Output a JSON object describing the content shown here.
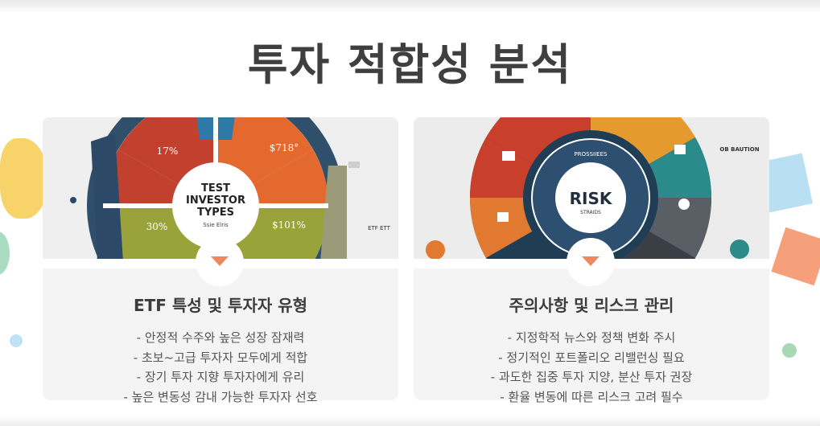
{
  "page": {
    "title": "투자 적합성 분석"
  },
  "cards": [
    {
      "title": "ETF 특성 및 투자자 유형",
      "bullets": [
        "- 안정적 수주와 높은 성장 잠재력",
        "- 초보~고급 투자자 모두에게 적합",
        "- 장기 투자 지향 투자자에게 유리",
        "- 높은 변동성 감내 가능한 투자자 선호"
      ],
      "image": {
        "center_title": "TEST INVESTOR TYPES",
        "center_lines": [
          "TEST",
          "INVESTOR",
          "TYPES"
        ],
        "center_sub": "Ssie Elris",
        "segment_labels": [
          "$718°",
          "17%",
          "30%",
          "$101%"
        ],
        "side_label": "ETF ETT"
      },
      "arrow_icon": "down-triangle-icon"
    },
    {
      "title": "주의사항 및 리스크 관리",
      "bullets": [
        "- 지정학적 뉴스와 정책 변화 주시",
        "- 정기적인 포트폴리오 리밸런싱 필요",
        "- 과도한 집중 투자 지양, 분산 투자 권장",
        "- 환율 변동에 따른 리스크 고려 필수"
      ],
      "image": {
        "center_title": "RISK",
        "center_sub": "STRAIDS",
        "ring_label": "PROSSIIEES",
        "side_label": "OB BAUTION"
      },
      "arrow_icon": "down-triangle-icon"
    }
  ],
  "colors": {
    "title": "#3f3f3f",
    "accent_orange": "#f1875f",
    "card_body": "#f4f4f4"
  }
}
